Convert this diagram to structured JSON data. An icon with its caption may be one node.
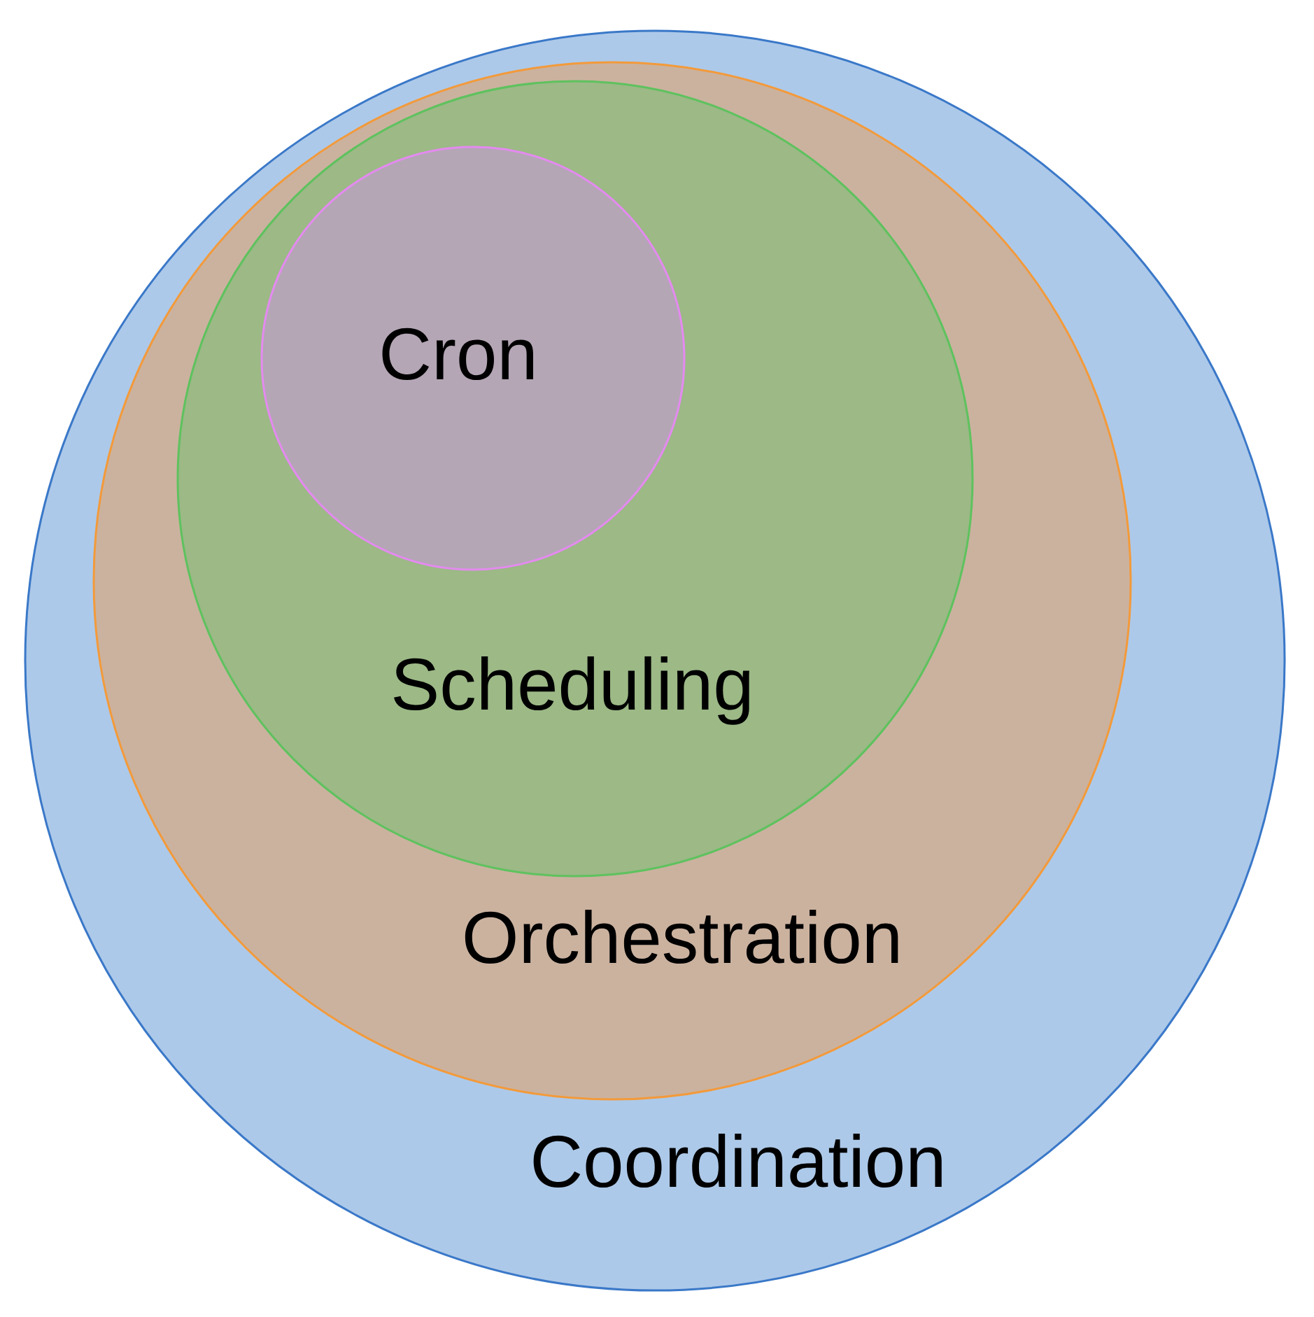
{
  "diagram": {
    "nodes": [
      {
        "text": [
          "Coordination"
        ]
      },
      {
        "text": [
          "Orchestration"
        ],
        "in": 0
      },
      {
        "text": [
          "Scheduling"
        ],
        "in": 1
      },
      {
        "text": [
          "Cron"
        ],
        "in": 2
      }
    ]
  }
}
